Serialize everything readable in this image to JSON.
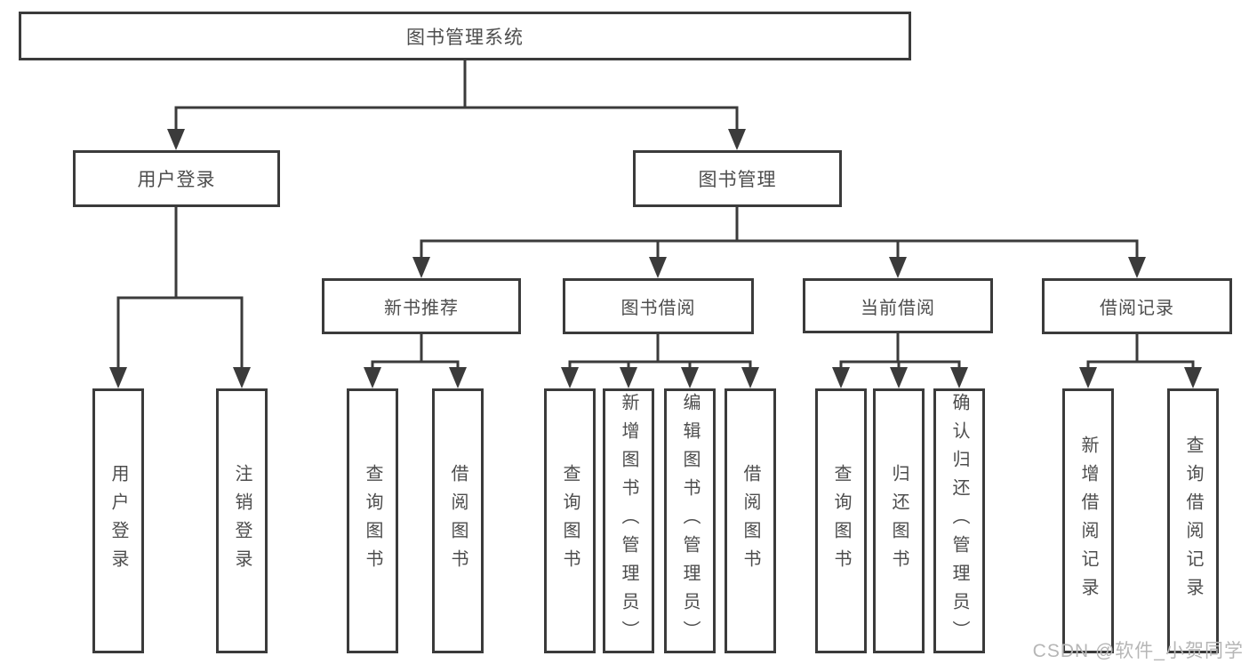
{
  "colors": {
    "line": "#3b3b3b",
    "box_border": "#3b3b3b",
    "text": "#4d4d4d",
    "watermark": "#b6b6b6",
    "background": "#ffffff"
  },
  "tree": {
    "root": {
      "label": "图书管理系统"
    },
    "user": {
      "label": "用户登录",
      "children": [
        {
          "label": "用户登录"
        },
        {
          "label": "注销登录"
        }
      ]
    },
    "mgmt": {
      "label": "图书管理",
      "groups": [
        {
          "label": "新书推荐",
          "children": [
            {
              "label": "查询图书"
            },
            {
              "label": "借阅图书"
            }
          ]
        },
        {
          "label": "图书借阅",
          "children": [
            {
              "label": "查询图书"
            },
            {
              "label": "新增图书（管理员）"
            },
            {
              "label": "编辑图书（管理员）"
            },
            {
              "label": "借阅图书"
            }
          ]
        },
        {
          "label": "当前借阅",
          "children": [
            {
              "label": "查询图书"
            },
            {
              "label": "归还图书"
            },
            {
              "label": "确认归还（管理员）"
            }
          ]
        },
        {
          "label": "借阅记录",
          "children": [
            {
              "label": "新增借阅记录"
            },
            {
              "label": "查询借阅记录"
            }
          ]
        }
      ]
    }
  },
  "watermark": {
    "text": "CSDN @软件_小贺同学"
  }
}
